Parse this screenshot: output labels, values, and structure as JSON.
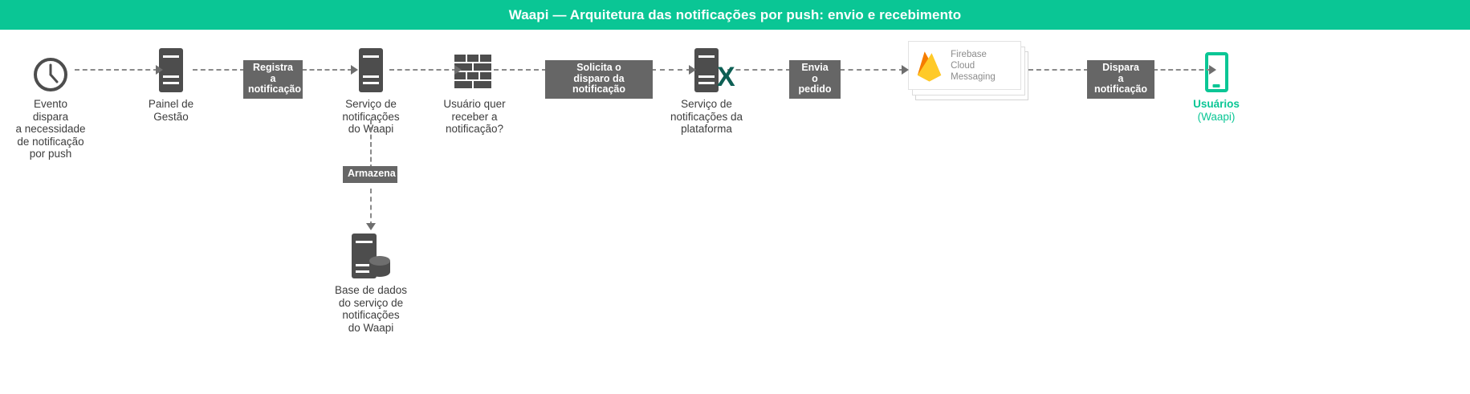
{
  "titlebar": {
    "title": "Waapi — Arquitetura das notificações por push: envio e recebimento",
    "background_color": "#0ac695",
    "text_color": "#ffffff"
  },
  "theme": {
    "accent_teal": "#0ac695",
    "badge_gray": "#666666",
    "icon_gray": "#4d4d4d",
    "edge_gray": "#8a8a8a",
    "label_gray": "#3d3d3d",
    "x_mark_color": "#0d5f54",
    "firebase_text_gray": "#8c8c8c",
    "canvas_background": "#ffffff"
  },
  "diagram": {
    "nodes": [
      {
        "id": "evento",
        "icon": "clock-icon",
        "label": "Evento dispara\na necessidade\nde notificação\npor push"
      },
      {
        "id": "painel",
        "icon": "server-icon",
        "label": "Painel de\nGestão"
      },
      {
        "id": "servico-waapi",
        "icon": "server-icon",
        "label": "Serviço de\nnotificações\ndo Waapi"
      },
      {
        "id": "usuario-quer",
        "icon": "brick-wall-icon",
        "label": "Usuário quer\nreceber a\nnotificação?"
      },
      {
        "id": "servico-plataforma",
        "icon": "server-icon",
        "label": "Serviço de\nnotificações da\nplataforma",
        "overlay": "X"
      },
      {
        "id": "firebase",
        "icon": "firebase-logo-icon",
        "label": "Firebase\nCloud Messaging"
      },
      {
        "id": "usuarios",
        "icon": "phone-icon",
        "label": "Usuários",
        "sublabel": "(Waapi)"
      },
      {
        "id": "base-dados",
        "icon": "database-icon",
        "label": "Base de dados\ndo serviço de\nnotificações\ndo Waapi"
      }
    ],
    "edge_labels": [
      {
        "id": "registra",
        "text": "Registra\na notificação"
      },
      {
        "id": "solicita",
        "text": "Solicita o\ndisparo da notificação"
      },
      {
        "id": "envia",
        "text": "Envia\no pedido"
      },
      {
        "id": "dispara",
        "text": "Dispara\na notificação"
      },
      {
        "id": "armazena",
        "text": "Armazena"
      }
    ]
  }
}
